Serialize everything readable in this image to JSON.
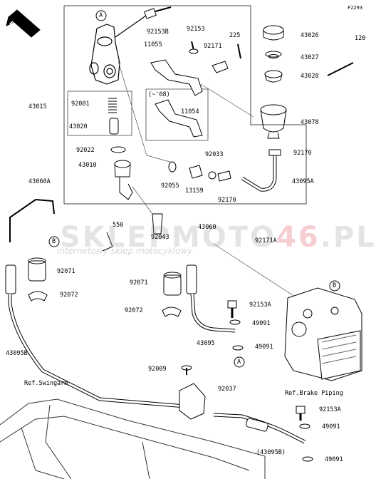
{
  "diagram_code": "F2293",
  "front_label": "FRONT",
  "watermark": {
    "main_a": "SKLEP",
    "main_b": "MOTO",
    "main_c": "46",
    "main_d": ".PL",
    "sub": "internetowy sklep motocyklowy",
    "color_a": "#9aa0a6",
    "color_b": "#e0505a"
  },
  "callouts": {
    "a1": "A",
    "a2": "A",
    "b1": "B",
    "b2": "B"
  },
  "labels": {
    "p92153B": "92153B",
    "p92153": "92153",
    "p225": "225",
    "p43026": "43026",
    "p120": "120",
    "p11055": "11055",
    "p92171": "92171",
    "p43027": "43027",
    "p43028": "43028",
    "p43015": "43015",
    "p92081": "92081",
    "p_08": "(~'08)",
    "p11054": "11054",
    "p43020": "43020",
    "p43078": "43078",
    "p92022": "92022",
    "p92033": "92033",
    "p92170a": "92170",
    "p43010": "43010",
    "p92055": "92055",
    "p13159": "13159",
    "p43095A": "43095A",
    "p92170b": "92170",
    "p43060A": "43060A",
    "p550": "550",
    "p92043": "92043",
    "p43060": "43060",
    "p92171A": "92171A",
    "p92071a": "92071",
    "p92072a": "92072",
    "p92071b": "92071",
    "p92072b": "92072",
    "p92153Aa": "92153A",
    "p49091a": "49091",
    "p43095": "43095",
    "p49091b": "49091",
    "p43095B": "43095B",
    "p92009": "92009",
    "p92037": "92037",
    "ref_swingarm": "Ref.Swingarm",
    "ref_brake_piping": "Ref.Brake Piping",
    "p92153Ab": "92153A",
    "p49091c": "49091",
    "p43095B_paren": "(43095B)",
    "p49091d": "49091"
  }
}
